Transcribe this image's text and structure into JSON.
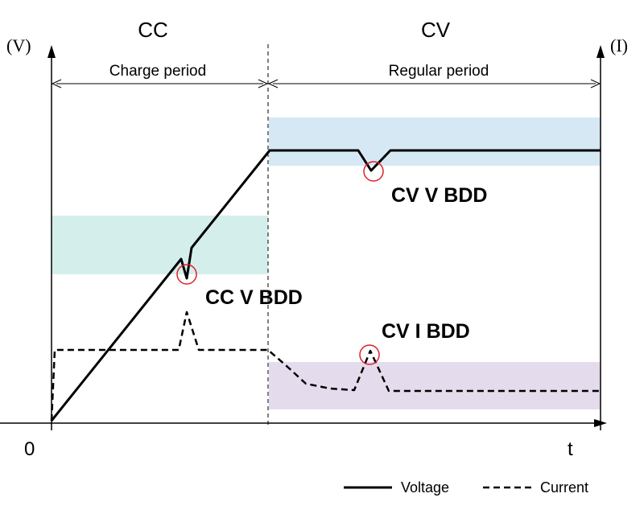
{
  "header": {
    "left_unit": "(V)",
    "right_unit": "(I)",
    "phase_cc": "CC",
    "phase_cv": "CV"
  },
  "periods": {
    "charge": "Charge period",
    "regular": "Regular period"
  },
  "axes": {
    "origin": "0",
    "x_label": "t"
  },
  "annotations": {
    "cv_v_bdd": "CV V BDD",
    "cc_v_bdd": "CC V BDD",
    "cv_i_bdd": "CV I BDD"
  },
  "legend": {
    "voltage": "Voltage",
    "current": "Current"
  },
  "colors": {
    "band_cv_voltage": "#d6e8f3",
    "band_cc_voltage": "#d4eeec",
    "band_cv_current": "#e4dcec",
    "marker_circle": "#e0202a",
    "line": "#000000"
  }
}
